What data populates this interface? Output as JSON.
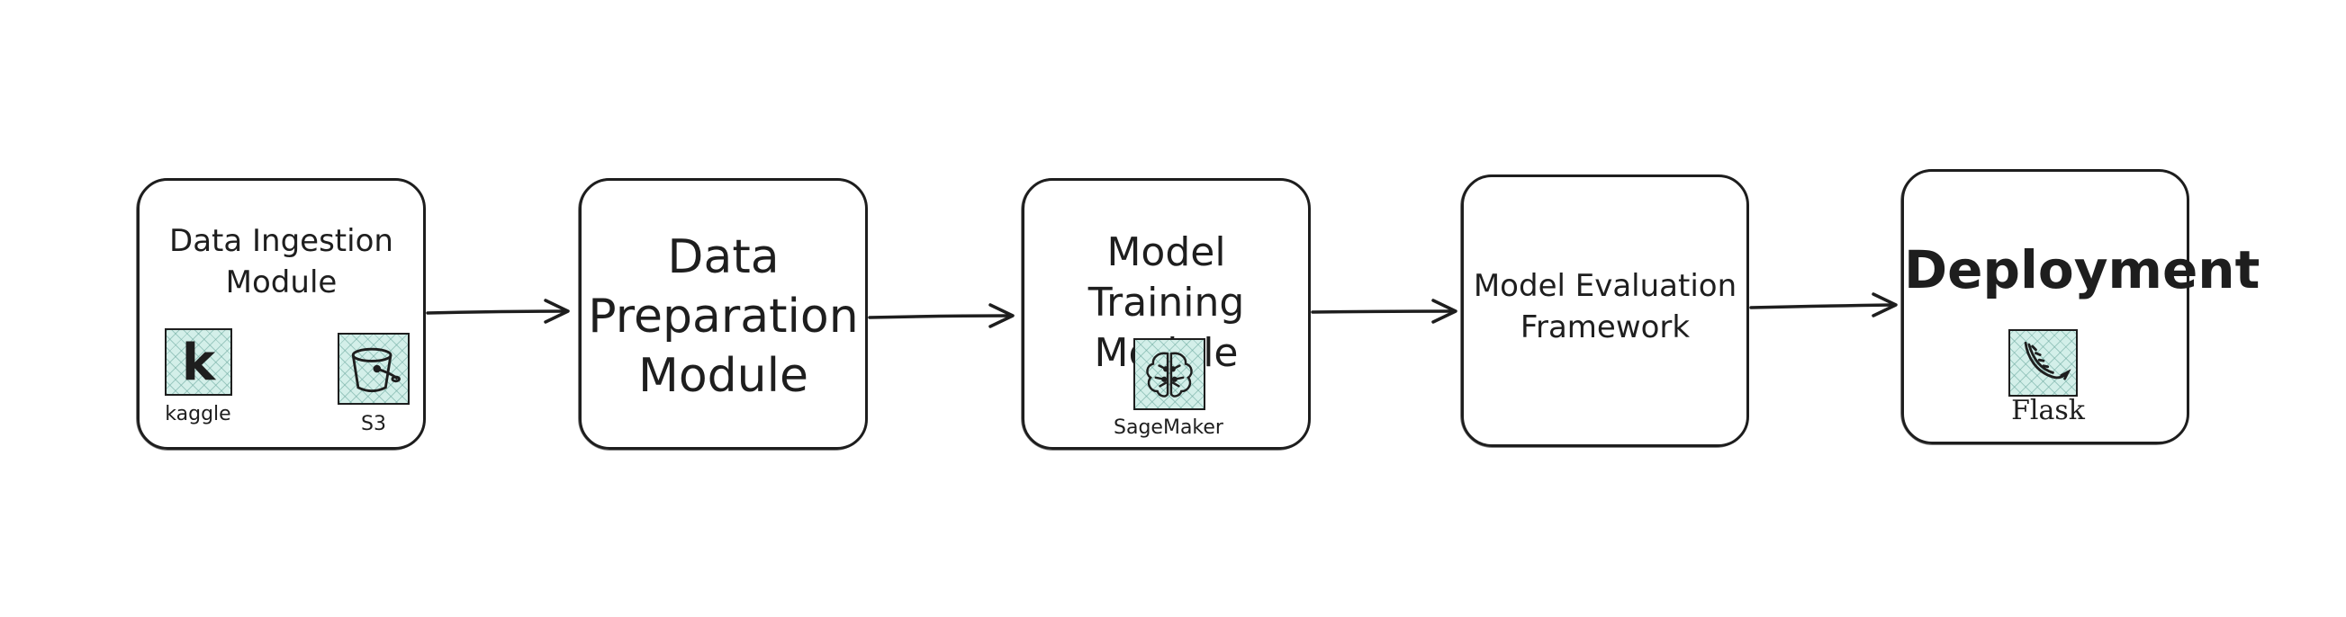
{
  "modules": {
    "ingestion": {
      "title": "Data Ingestion\nModule",
      "kaggle": {
        "icon": "kaggle-logo-icon",
        "glyph": "k",
        "caption": "kaggle"
      },
      "s3": {
        "icon": "s3-bucket-icon",
        "caption": "S3"
      }
    },
    "preparation": {
      "title": "Data\nPreparation\nModule"
    },
    "training": {
      "title": "Model Training\nModule",
      "sagemaker": {
        "icon": "sagemaker-brain-icon",
        "caption": "SageMaker"
      }
    },
    "evaluation": {
      "title": "Model Evaluation\nFramework"
    },
    "deployment": {
      "title": "Deployment",
      "flask": {
        "icon": "flask-logo-icon",
        "caption": "Flask"
      }
    }
  },
  "colors": {
    "stroke": "#1e1e1e",
    "icon_fill": "#d3efe9",
    "background": "#ffffff"
  }
}
